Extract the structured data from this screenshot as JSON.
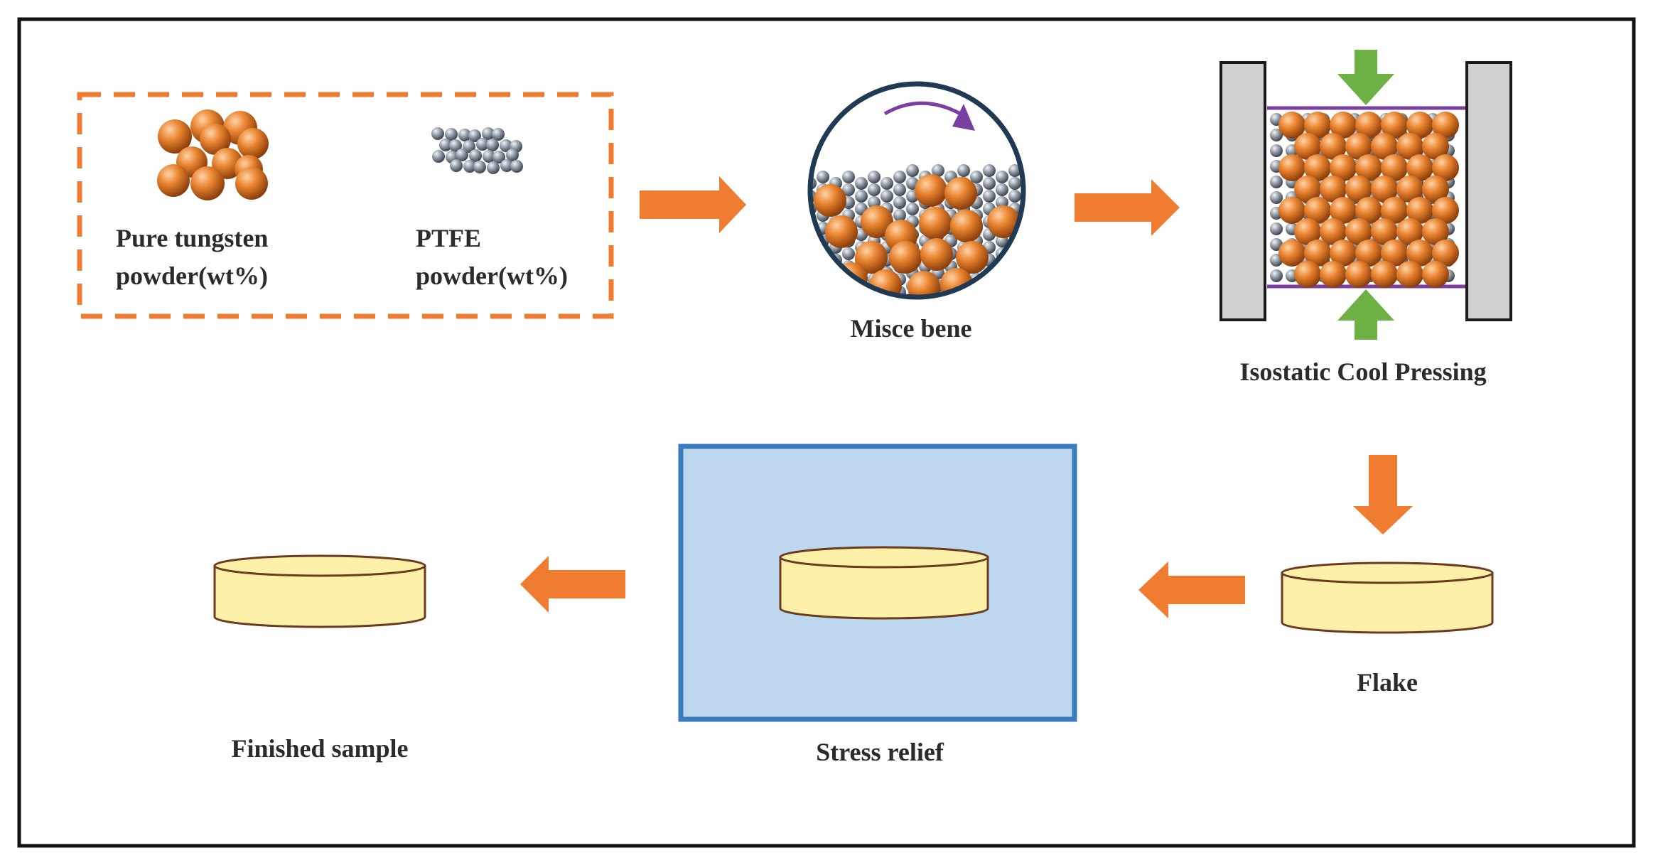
{
  "labels": {
    "tungsten_line1": "Pure tungsten",
    "tungsten_line2": "powder(wt%)",
    "ptfe_line1": "PTFE",
    "ptfe_line2": "powder(wt%)",
    "mixing": "Misce bene",
    "pressing": "Isostatic Cool Pressing",
    "flake": "Flake",
    "stress_relief": "Stress relief",
    "finished": "Finished sample"
  },
  "colors": {
    "tungsten": "#e07a2a",
    "ptfe": "#8e97a3",
    "arrow": "#ef7c30",
    "press_arrow": "#6db043",
    "press_plate": "#d0d0d0",
    "press_line": "#7a3fa0",
    "mixer_rim": "#1f3a52",
    "mix_arrow": "#7a3fa0",
    "disk_fill": "#fdf0a8",
    "disk_stroke": "#6b3a1f",
    "relief_fill": "#bcd7ee",
    "relief_stroke": "#3a7bbf",
    "dash_border": "#ef7c30"
  }
}
